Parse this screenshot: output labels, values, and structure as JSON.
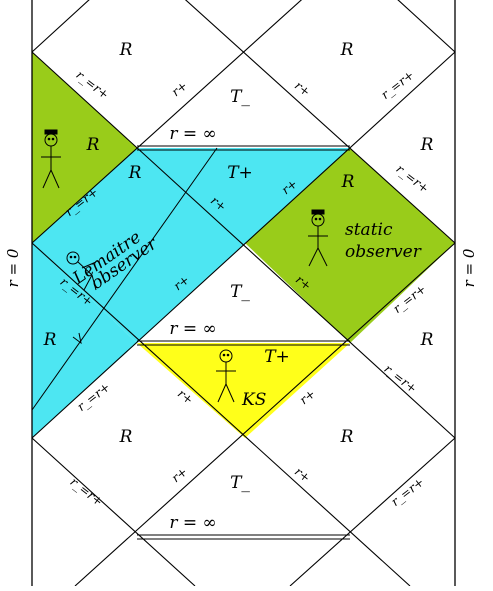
{
  "colors": {
    "green_region": "#99cc1a",
    "cyan_region": "#4de6f2",
    "yellow_region": "#ffff1a",
    "line": "#000000",
    "background": "#ffffff"
  },
  "axis_labels": {
    "left": "r = 0",
    "right": "r = 0"
  },
  "infinity_labels": [
    "r = ∞",
    "r = ∞",
    "r = ∞"
  ],
  "region_labels": {
    "r_top_left": "R",
    "r_top_right": "R",
    "t_minus_top": "T_",
    "r_green_left": "R",
    "r_mid_left": "R",
    "t_plus_upper": "T+",
    "r_green_right": "R",
    "r_far_right_upper": "R",
    "t_minus_mid": "T_",
    "r_lower_left": "R",
    "r_far_right_lower": "R",
    "t_plus_lower": "T+",
    "r_bottom_left": "R",
    "r_bottom_right": "R",
    "t_minus_bottom": "T_"
  },
  "horizon_labels": {
    "outer": "r+",
    "inner": "r_=r+"
  },
  "observers": {
    "lemaitre_line1": "Lemaitre",
    "lemaitre_line2": "observer",
    "static_line1": "static",
    "static_line2": "observer",
    "ks": "KS"
  }
}
